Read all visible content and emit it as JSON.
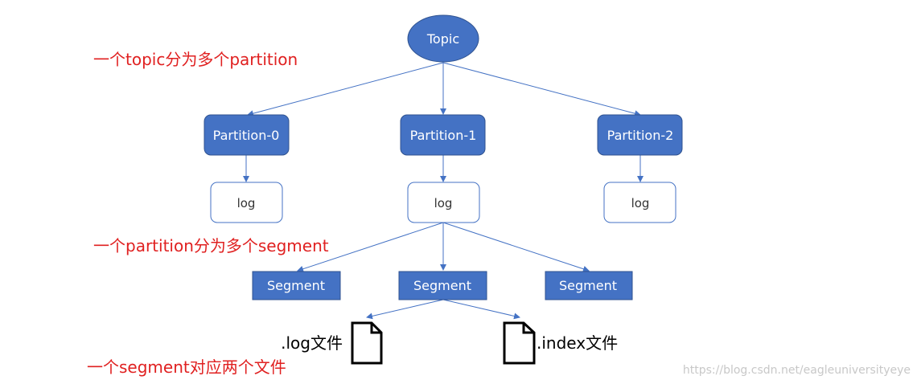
{
  "colors": {
    "node_fill": "#4472c4",
    "node_stroke": "#2f528f",
    "arrow": "#4472c4",
    "annotation": "#e02020",
    "watermark": "#c8c8c8"
  },
  "topic": {
    "label": "Topic"
  },
  "partitions": [
    {
      "label": "Partition-0",
      "log_label": "log"
    },
    {
      "label": "Partition-1",
      "log_label": "log"
    },
    {
      "label": "Partition-2",
      "log_label": "log"
    }
  ],
  "segments": [
    {
      "label": "Segment"
    },
    {
      "label": "Segment"
    },
    {
      "label": "Segment"
    }
  ],
  "files": [
    {
      "label": ".log文件",
      "icon": "file-icon"
    },
    {
      "label": ".index文件",
      "icon": "file-icon"
    }
  ],
  "annotations": {
    "topic_note": "一个topic分为多个partition",
    "partition_note": "一个partition分为多个segment",
    "segment_note": "一个segment对应两个文件"
  },
  "watermark": "https://blog.csdn.net/eagleuniversityeye"
}
